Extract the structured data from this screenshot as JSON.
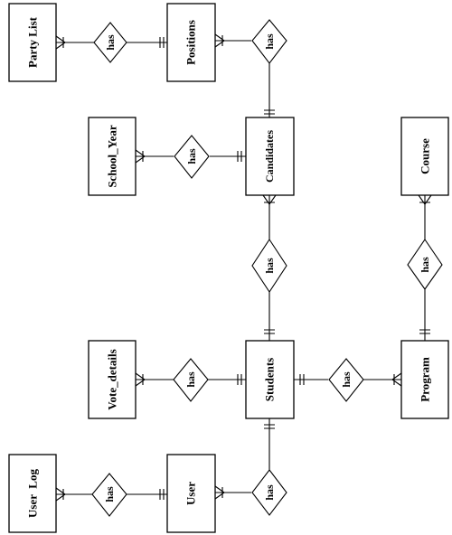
{
  "entities": {
    "party_list": "Party List",
    "positions": "Positions",
    "school_year": "School_Year",
    "candidates": "Candidates",
    "course": "Course",
    "vote_details": "Vote_details",
    "students": "Students",
    "program": "Program",
    "user_log": "User  Log",
    "user": "User"
  },
  "relationships": {
    "partylist_positions": "has",
    "positions_candidates": "has",
    "schoolyear_candidates": "has",
    "candidates_students": "has",
    "course_program": "has",
    "votedetails_students": "has",
    "students_program": "has",
    "userlog_user": "has",
    "user_students": "has"
  }
}
